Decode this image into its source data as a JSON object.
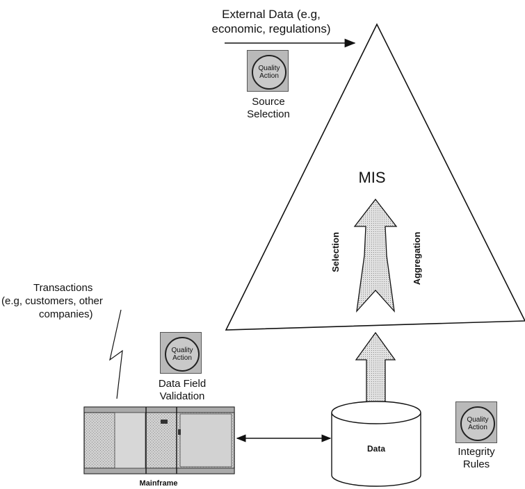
{
  "external_data": {
    "line1": "External Data (e.g,",
    "line2": "economic, regulations)"
  },
  "quality_badge": {
    "line1": "Quality",
    "line2": "Action"
  },
  "source_selection": {
    "line1": "Source",
    "line2": "Selection"
  },
  "mis_label": "MIS",
  "selection_label": "Selection",
  "aggregation_label": "Aggregation",
  "transactions": {
    "line1": "Transactions",
    "line2": "(e.g, customers, other",
    "line3": "companies)"
  },
  "data_field_validation": {
    "line1": "Data Field",
    "line2": "Validation"
  },
  "mainframe_label": "Mainframe",
  "data_label": "Data",
  "integrity_rules": {
    "line1": "Integrity",
    "line2": "Rules"
  }
}
